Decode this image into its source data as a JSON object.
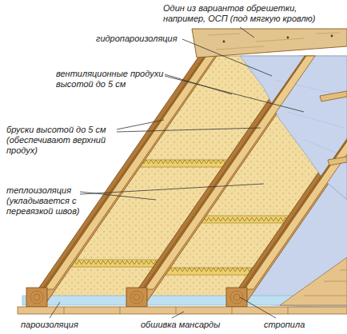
{
  "diagram": {
    "labels": [
      "Один из вариантов обрешетки, например, ОСП (под мягкую кровлю)",
      "гидропароизоляция",
      "вентиляционные продухи высотой до 5 см",
      "бруски высотой до 5 см (обеспечивают верхний продух)",
      "теплоизоляция (укладывается с перевязкой швов)",
      "пароизоляция",
      "обшивка мансарды",
      "стропила"
    ]
  }
}
